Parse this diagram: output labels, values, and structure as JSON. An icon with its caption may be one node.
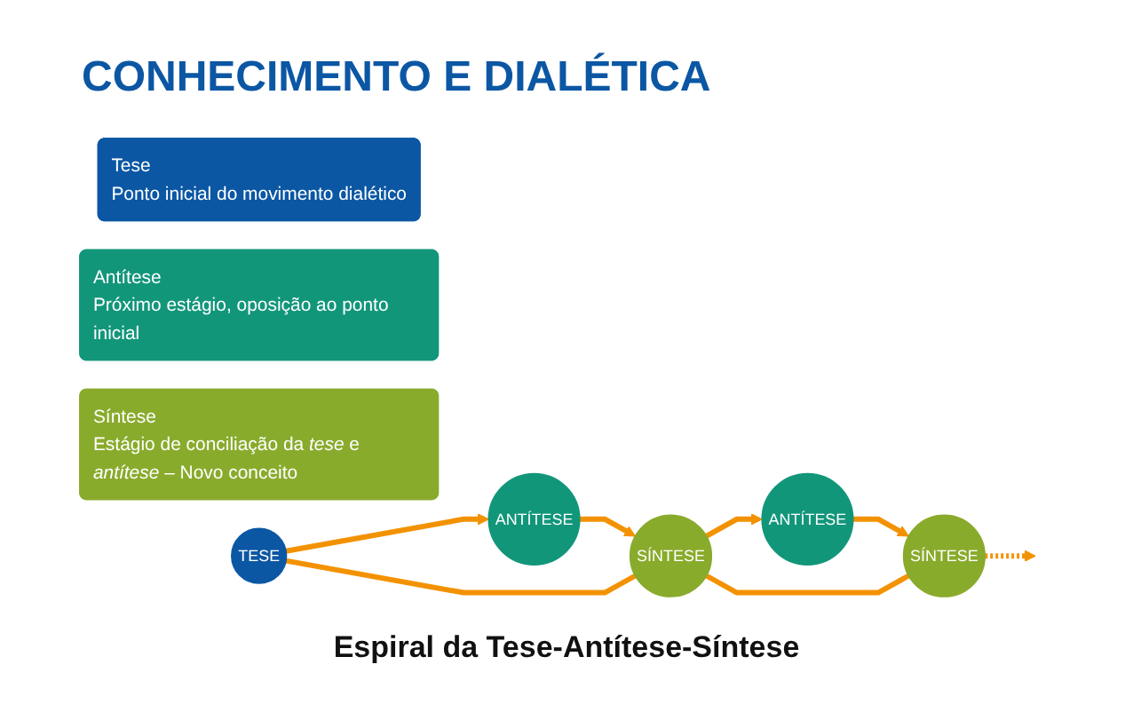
{
  "diagram": {
    "title": "CONHECIMENTO E DIALÉTICA",
    "caption": "Espiral da Tese-Antítese-Síntese",
    "nodes": [
      {
        "text": [
          "Tese",
          "Ponto inicial do movimento dialético"
        ]
      },
      {
        "text": [
          "Antítese",
          "Próximo estágio, oposição ao ponto inicial"
        ]
      },
      {
        "text": [
          "Síntese",
          "Estágio de conciliação da *tese* e *antítese* – Novo conceito"
        ]
      },
      {
        "text": [
          "SÍNTESE"
        ]
      },
      {
        "text": [
          "SÍNTESE"
        ]
      },
      {
        "text": [
          "ANTÍTESE"
        ]
      },
      {
        "text": [
          "TESE"
        ]
      },
      {
        "text": [
          "ANTÍTESE"
        ]
      }
    ],
    "edges": [
      {
        "from": 6,
        "to": 7,
        "arrow": "to"
      },
      {
        "from": 7,
        "to": 4,
        "arrow": "to"
      },
      {
        "from": 6,
        "to": 4,
        "arrow": "none"
      },
      {
        "from": 4,
        "to": 5,
        "arrow": "to"
      },
      {
        "from": 5,
        "to": 3,
        "arrow": "to"
      },
      {
        "from": 4,
        "to": 3,
        "arrow": "none"
      },
      {
        "from": 3,
        "to": null,
        "arrow": "to",
        "style": "dashed"
      }
    ]
  }
}
